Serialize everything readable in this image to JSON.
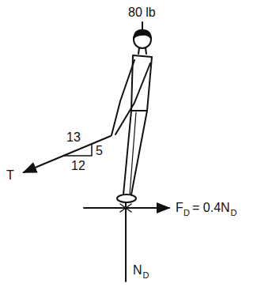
{
  "diagram": {
    "labels": [
      "80 lb",
      "13",
      "5",
      "12",
      "T",
      "F",
      "D",
      "= 0.4N",
      "D",
      "N",
      "D"
    ]
  }
}
